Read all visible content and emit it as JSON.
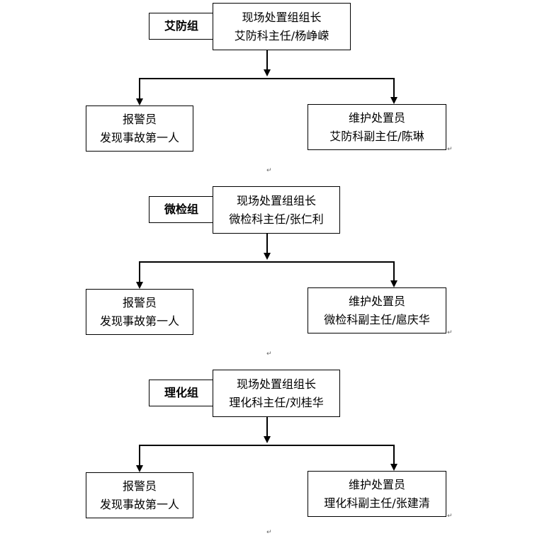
{
  "groups": [
    {
      "tag": "艾防组",
      "leader": {
        "line1": "现场处置组组长",
        "line2": "艾防科主任/杨峥嵘"
      },
      "reporter": {
        "line1": "报警员",
        "line2": "发现事故第一人"
      },
      "maintainer": {
        "line1": "维护处置员",
        "line2": "艾防科副主任/陈琳"
      }
    },
    {
      "tag": "微检组",
      "leader": {
        "line1": "现场处置组组长",
        "line2": "微检科主任/张仁利"
      },
      "reporter": {
        "line1": "报警员",
        "line2": "发现事故第一人"
      },
      "maintainer": {
        "line1": "维护处置员",
        "line2": "微检科副主任/扈庆华"
      }
    },
    {
      "tag": "理化组",
      "leader": {
        "line1": "现场处置组组长",
        "line2": "理化科主任/刘桂华"
      },
      "reporter": {
        "line1": "报警员",
        "line2": "发现事故第一人"
      },
      "maintainer": {
        "line1": "维护处置员",
        "line2": "理化科副主任/张建清"
      }
    }
  ],
  "paragraph_mark": "↵"
}
